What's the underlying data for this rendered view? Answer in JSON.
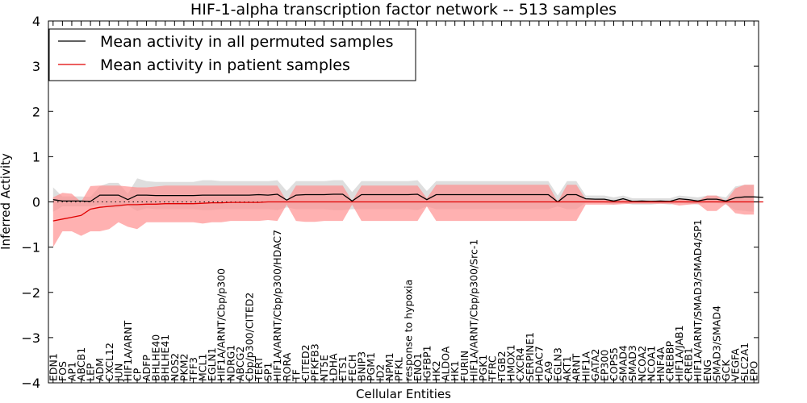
{
  "chart_data": {
    "type": "line",
    "title": "HIF-1-alpha transcription factor network -- 513 samples",
    "xlabel": "Cellular Entities",
    "ylabel": "Inferred Activity",
    "ylim": [
      -4,
      4
    ],
    "yticks": [
      "−4",
      "−3",
      "−2",
      "−1",
      "0",
      "1",
      "2",
      "3",
      "4"
    ],
    "legend_position": "top-left",
    "categories": [
      "EDN1",
      "FOS",
      "AP1",
      "ABCB1",
      "LEP",
      "ADM",
      "CXCL12",
      "JUN",
      "HIF1A/ARNT",
      "CP",
      "ADFP",
      "BHLHE40",
      "BHLHE41",
      "NOS2",
      "PKM2",
      "TFF3",
      "MCL1",
      "EGLN1",
      "HIF1A/ARNT/Cbp/p300",
      "NDRG1",
      "ABCG2",
      "Cbp/p300/CITED2",
      "TERT",
      "SP1",
      "HIF1A/ARNT/Cbp/p300/HDAC7",
      "RORA",
      "TF",
      "CITED2",
      "PFKFB3",
      "NT5E",
      "LDHA",
      "ETS1",
      "FECH",
      "BNIP3",
      "PGM1",
      "ID2",
      "NPM1",
      "PFKL",
      "response to hypoxia",
      "ENO1",
      "IGFBP1",
      "HK2",
      "ALDOA",
      "HK1",
      "FURIN",
      "HIF1A/ARNT/Cbp/p300/Src-1",
      "PGK1",
      "TFRC",
      "ITGB2",
      "HMOX1",
      "CXCR4",
      "SERPINE1",
      "HDAC7",
      "CA9",
      "EGLN3",
      "AKT1",
      "ARNT",
      "HIF1A",
      "GATA2",
      "EP300",
      "COPS5",
      "SMAD4",
      "SMAD3",
      "NCOA2",
      "NCOA1",
      "HNF4A",
      "CREBBP",
      "HIF1A/JAB1",
      "CREB1",
      "HIF1A/ARNT/SMAD3/SMAD4/SP1",
      "ENG",
      "SMAD3/SMAD4",
      "GCK",
      "VEGFA",
      "SLC2A1",
      "EPO"
    ],
    "series": [
      {
        "name": "Mean activity in all permuted samples",
        "color": "#000000",
        "band_color": "#c8c8c8",
        "values": [
          0.05,
          0.02,
          0.02,
          0.02,
          0.01,
          0.15,
          0.15,
          0.15,
          0.05,
          0.15,
          0.15,
          0.14,
          0.14,
          0.14,
          0.14,
          0.14,
          0.15,
          0.15,
          0.15,
          0.15,
          0.15,
          0.15,
          0.16,
          0.15,
          0.17,
          0.04,
          0.15,
          0.16,
          0.16,
          0.16,
          0.17,
          0.17,
          0.02,
          0.16,
          0.16,
          0.16,
          0.16,
          0.16,
          0.16,
          0.17,
          0.05,
          0.16,
          0.16,
          0.16,
          0.16,
          0.16,
          0.16,
          0.16,
          0.16,
          0.16,
          0.16,
          0.16,
          0.16,
          0.16,
          0.0,
          0.16,
          0.16,
          0.07,
          0.06,
          0.06,
          0.02,
          0.07,
          0.01,
          0.02,
          0.01,
          0.02,
          0.01,
          0.07,
          0.05,
          0.02,
          0.06,
          0.06,
          0.02,
          0.09,
          0.11,
          0.11,
          0.1
        ],
        "upper": [
          0.32,
          0.12,
          0.12,
          0.12,
          0.11,
          0.35,
          0.42,
          0.42,
          0.18,
          0.52,
          0.46,
          0.44,
          0.44,
          0.44,
          0.44,
          0.44,
          0.48,
          0.48,
          0.46,
          0.46,
          0.46,
          0.46,
          0.46,
          0.46,
          0.48,
          0.24,
          0.46,
          0.46,
          0.46,
          0.46,
          0.48,
          0.48,
          0.22,
          0.46,
          0.46,
          0.46,
          0.46,
          0.46,
          0.46,
          0.48,
          0.24,
          0.46,
          0.46,
          0.46,
          0.46,
          0.46,
          0.46,
          0.46,
          0.46,
          0.46,
          0.46,
          0.46,
          0.46,
          0.46,
          0.14,
          0.46,
          0.46,
          0.14,
          0.14,
          0.14,
          0.1,
          0.14,
          0.08,
          0.08,
          0.08,
          0.08,
          0.08,
          0.14,
          0.12,
          0.1,
          0.14,
          0.14,
          0.1,
          0.34,
          0.38,
          0.38,
          0.36
        ],
        "lower": [
          -0.22,
          -0.1,
          -0.1,
          -0.1,
          -0.1,
          -0.06,
          -0.12,
          -0.12,
          -0.08,
          -0.2,
          -0.14,
          -0.16,
          -0.16,
          -0.16,
          -0.16,
          -0.16,
          -0.18,
          -0.18,
          -0.16,
          -0.16,
          -0.16,
          -0.16,
          -0.16,
          -0.16,
          -0.18,
          -0.12,
          -0.16,
          -0.16,
          -0.16,
          -0.16,
          -0.18,
          -0.18,
          -0.16,
          -0.16,
          -0.16,
          -0.16,
          -0.16,
          -0.16,
          -0.16,
          -0.18,
          -0.1,
          -0.16,
          -0.16,
          -0.16,
          -0.16,
          -0.16,
          -0.16,
          -0.16,
          -0.16,
          -0.16,
          -0.16,
          -0.16,
          -0.16,
          -0.16,
          -0.1,
          -0.16,
          -0.16,
          -0.02,
          -0.02,
          -0.02,
          -0.06,
          -0.02,
          -0.06,
          -0.06,
          -0.06,
          -0.04,
          -0.06,
          -0.02,
          -0.04,
          -0.06,
          -0.02,
          -0.02,
          -0.06,
          -0.18,
          -0.2,
          -0.22,
          -0.22
        ]
      },
      {
        "name": "Mean activity in patient samples",
        "color": "#e00000",
        "band_color": "#ff9090",
        "values": [
          -0.42,
          -0.38,
          -0.34,
          -0.3,
          -0.16,
          -0.12,
          -0.1,
          -0.08,
          -0.06,
          -0.06,
          -0.05,
          -0.05,
          -0.04,
          -0.04,
          -0.04,
          -0.04,
          -0.03,
          -0.02,
          -0.02,
          -0.01,
          -0.01,
          -0.01,
          -0.01,
          0.0,
          0.0,
          0.0,
          0.0,
          0.0,
          0.0,
          0.0,
          0.0,
          0.0,
          0.0,
          0.0,
          0.0,
          0.0,
          0.0,
          0.0,
          0.0,
          0.0,
          0.0,
          0.0,
          0.0,
          0.0,
          0.0,
          0.0,
          0.0,
          0.0,
          0.0,
          0.0,
          0.0,
          0.0,
          0.0,
          0.0,
          0.0,
          0.0,
          0.0,
          0.0,
          0.0,
          0.0,
          0.0,
          0.0,
          0.0,
          0.0,
          0.0,
          0.0,
          0.0,
          0.0,
          0.0,
          0.0,
          0.0,
          0.0,
          0.0,
          0.0,
          0.0,
          0.0,
          0.0
        ],
        "upper": [
          0.1,
          0.2,
          0.18,
          0.0,
          0.35,
          0.36,
          0.36,
          0.36,
          0.34,
          0.32,
          0.32,
          0.34,
          0.36,
          0.36,
          0.36,
          0.36,
          0.36,
          0.36,
          0.36,
          0.36,
          0.36,
          0.36,
          0.36,
          0.36,
          0.36,
          0.02,
          0.36,
          0.36,
          0.36,
          0.36,
          0.36,
          0.36,
          0.02,
          0.36,
          0.36,
          0.36,
          0.36,
          0.36,
          0.36,
          0.36,
          0.08,
          0.38,
          0.38,
          0.38,
          0.38,
          0.38,
          0.38,
          0.38,
          0.38,
          0.38,
          0.38,
          0.38,
          0.38,
          0.38,
          0.0,
          0.38,
          0.38,
          0.06,
          0.05,
          0.06,
          0.02,
          0.05,
          0.02,
          0.02,
          0.02,
          0.02,
          0.02,
          0.06,
          0.05,
          0.02,
          0.14,
          0.14,
          0.02,
          0.3,
          0.38,
          0.38,
          0.36
        ],
        "lower": [
          -1.0,
          -0.65,
          -0.65,
          -0.75,
          -0.65,
          -0.65,
          -0.6,
          -0.45,
          -0.55,
          -0.6,
          -0.45,
          -0.45,
          -0.45,
          -0.45,
          -0.45,
          -0.45,
          -0.48,
          -0.45,
          -0.45,
          -0.42,
          -0.42,
          -0.42,
          -0.42,
          -0.4,
          -0.42,
          -0.06,
          -0.42,
          -0.44,
          -0.44,
          -0.42,
          -0.42,
          -0.42,
          -0.06,
          -0.42,
          -0.42,
          -0.42,
          -0.42,
          -0.42,
          -0.42,
          -0.42,
          -0.1,
          -0.42,
          -0.42,
          -0.42,
          -0.42,
          -0.42,
          -0.42,
          -0.42,
          -0.42,
          -0.42,
          -0.42,
          -0.42,
          -0.42,
          -0.42,
          -0.42,
          -0.42,
          -0.42,
          -0.06,
          -0.06,
          -0.06,
          -0.06,
          -0.05,
          -0.04,
          -0.04,
          -0.04,
          -0.04,
          -0.04,
          -0.08,
          -0.06,
          -0.04,
          -0.2,
          -0.2,
          -0.04,
          -0.25,
          -0.28,
          -0.28,
          -0.25
        ]
      }
    ]
  }
}
